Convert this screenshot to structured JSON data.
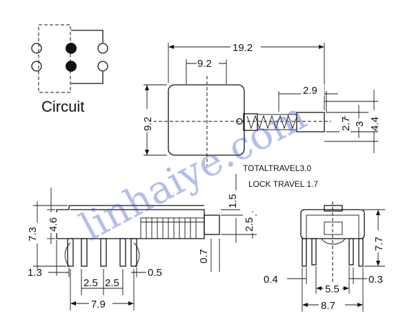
{
  "circuit": {
    "label": "Circuit"
  },
  "top_view": {
    "dim_length": "19.2",
    "dim_body": "9.2",
    "dim_height": "9.2",
    "dim_stroke": "2.9",
    "dim_h1": "2.7",
    "dim_h2": "3",
    "dim_h3": "4.4"
  },
  "notes": {
    "total_travel": "TOTALTRAVEL3.0",
    "lock_travel": "LOCK TRAVEL  1.7"
  },
  "side_view": {
    "dim_total_h": "7.3",
    "dim_body_h": "4.6",
    "dim_pin_w": "1.3",
    "dim_pin_t": "0.5",
    "dim_pitch_a": "2.5",
    "dim_pitch_b": "2.5",
    "dim_width": "7.9",
    "dim_1_5": "1.5",
    "dim_2_5": "2.5",
    "dim_0_7": "0.7"
  },
  "end_view": {
    "dim_height": "7.7",
    "dim_pin_a": "0.4",
    "dim_pin_b": "0.3",
    "dim_pitch": "5.5",
    "dim_width": "8.7"
  },
  "watermark": {
    "text": "linhaiye.com"
  },
  "colors": {
    "line": "#111111",
    "watermark": "#3d57c9"
  }
}
